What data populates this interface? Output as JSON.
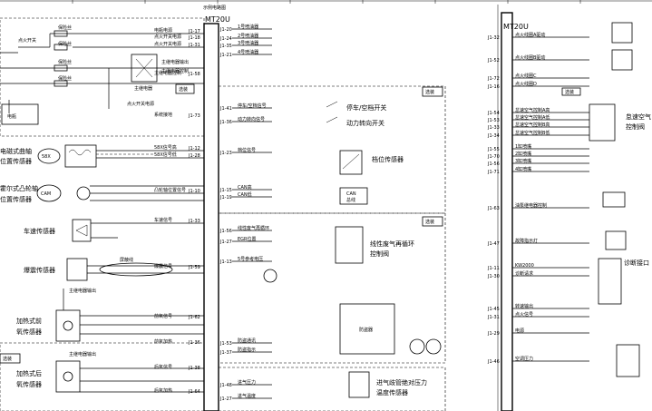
{
  "ecu": {
    "title": "MT20U",
    "subtitle": "示例电路图"
  },
  "left_sensors": [
    {
      "name": "曲轴位置传感器",
      "top": "电磁式曲轴",
      "bottom": "位置传感器",
      "code": "58X"
    },
    {
      "name": "凸轮轴位置传感器",
      "top": "霍尔式凸轮轴",
      "bottom": "位置传感器",
      "code": "CAM"
    },
    {
      "name": "车速传感器",
      "top": "车速传感器",
      "bottom": ""
    },
    {
      "name": "爆震传感器",
      "top": "爆震传感器",
      "bottom": ""
    },
    {
      "name": "前氧传感器",
      "top": "加热式前",
      "bottom": "氧传感器"
    },
    {
      "name": "后氧传感器",
      "top": "加热式后",
      "bottom": "氧传感器"
    }
  ],
  "left_top": {
    "switch": "点火开关",
    "fuse": "保险丝",
    "battery": "电瓶",
    "relay": "主继电器",
    "optional": "选装"
  },
  "left_pins": [
    {
      "pin": "J1-17",
      "label": "电瓶电源"
    },
    {
      "pin": "J1-18",
      "label": "点火开关电源"
    },
    {
      "pin": "J1-31",
      "label": "点火开关电源"
    },
    {
      "pin": "J1-58",
      "label": "主继电器控制"
    },
    {
      "pin": "J1-73",
      "label": "系统接地"
    },
    {
      "pin": "J1-12",
      "label": "58X信号高"
    },
    {
      "pin": "J1-28",
      "label": "58X信号低"
    },
    {
      "pin": "J1-10",
      "label": "凸轮轴位置信号"
    },
    {
      "pin": "J1-33",
      "label": "车速信号"
    },
    {
      "pin": "J1-59",
      "label": "爆震信号"
    },
    {
      "pin": "J1-62",
      "label": "前氧信号"
    },
    {
      "pin": "J1-36",
      "label": "前氧加热"
    },
    {
      "pin": "J1-38",
      "label": "后氧信号"
    },
    {
      "pin": "J1-64",
      "label": "后氧加热"
    }
  ],
  "right_pins_a": [
    {
      "pin": "J1-20",
      "label": "1号喷油器"
    },
    {
      "pin": "J1-24",
      "label": "2号喷油器"
    },
    {
      "pin": "J1-35",
      "label": "3号喷油器"
    },
    {
      "pin": "J1-21",
      "label": "4号喷油器"
    },
    {
      "pin": "J1-41",
      "label": "停车/空档信号"
    },
    {
      "pin": "J1-36",
      "label": "动力转向信号"
    },
    {
      "pin": "J1-23",
      "label": "档位信号"
    },
    {
      "pin": "J1-15",
      "label": "CAN高"
    },
    {
      "pin": "J1-19",
      "label": "CAN低"
    },
    {
      "pin": "J1-56",
      "label": "线性废气再循环"
    },
    {
      "pin": "J1-27",
      "label": "EGR位置"
    },
    {
      "pin": "J1-13",
      "label": "5号参考电压"
    },
    {
      "pin": "J1-53",
      "label": "防盗通讯"
    },
    {
      "pin": "J1-37",
      "label": "防盗指示"
    },
    {
      "pin": "J1-48",
      "label": "进气压力"
    },
    {
      "pin": "J1-27",
      "label": "进气温度"
    }
  ],
  "mid_components": {
    "park_switch": "停车/空档开关",
    "ps_switch": "动力转向开关",
    "gear_sensor": "档位传感器",
    "can": "CAN",
    "can_bus": "总线",
    "egr": "线性废气再循环",
    "egr2": "控制阀",
    "immo": "防盗器",
    "map": "进气歧管绝对压力",
    "map2": "温度传感器",
    "optional": "选装"
  },
  "right_panel": {
    "title": "MT20U",
    "idle": "怠速空气",
    "idle2": "控制阀",
    "diag": "诊断接口",
    "pins": [
      {
        "pin": "J1-32",
        "label": "点火线圈A驱动"
      },
      {
        "pin": "J1-52",
        "label": "点火线圈B驱动"
      },
      {
        "pin": "J1-72",
        "label": "点火线圈C"
      },
      {
        "pin": "J1-16",
        "label": "点火线圈D"
      },
      {
        "pin": "J1-54",
        "label": "怠速空气控制A高"
      },
      {
        "pin": "J1-53",
        "label": "怠速空气控制A低"
      },
      {
        "pin": "J1-33",
        "label": "怠速空气控制B高"
      },
      {
        "pin": "J1-34",
        "label": "怠速空气控制B低"
      },
      {
        "pin": "J1-55",
        "label": "1缸喷嘴"
      },
      {
        "pin": "J1-70",
        "label": "2缸喷嘴"
      },
      {
        "pin": "J1-56",
        "label": "3缸喷嘴"
      },
      {
        "pin": "J1-71",
        "label": "4缸喷嘴"
      },
      {
        "pin": "J1-63",
        "label": "油泵继电器控制"
      },
      {
        "pin": "J1-47",
        "label": "故障指示灯"
      },
      {
        "pin": "J1-11",
        "label": "KW2000"
      },
      {
        "pin": "J1-30",
        "label": "诊断请求"
      },
      {
        "pin": "J1-45",
        "label": "转速输出"
      },
      {
        "pin": "J1-31",
        "label": "点火信号"
      },
      {
        "pin": "J1-29",
        "label": "电源"
      },
      {
        "pin": "J1-46",
        "label": "空调压力"
      }
    ]
  }
}
